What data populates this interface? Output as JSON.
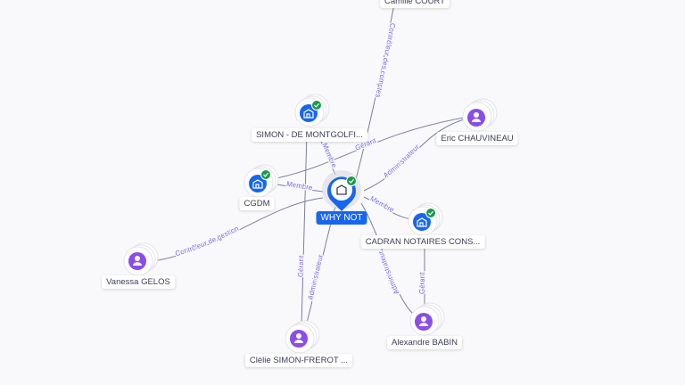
{
  "colors": {
    "company": "#1766f0",
    "person": "#8a4de8",
    "check": "#1a9a4a",
    "edge": "#7b7f99",
    "edge_label": "#7468e0"
  },
  "center": {
    "label": "WHY NOT",
    "icon": "building-icon"
  },
  "nodes": [
    {
      "id": "camille",
      "label": "Camille COURT",
      "type": "person"
    },
    {
      "id": "simon",
      "label": "SIMON - DE MONTGOLFI...",
      "type": "company",
      "verified": true
    },
    {
      "id": "cgdm",
      "label": "CGDM",
      "type": "company",
      "verified": true
    },
    {
      "id": "eric",
      "label": "Eric CHAUVINEAU",
      "type": "person"
    },
    {
      "id": "cadran",
      "label": "CADRAN NOTAIRES CONS...",
      "type": "company",
      "verified": true
    },
    {
      "id": "vanessa",
      "label": "Vanessa GELOS",
      "type": "person"
    },
    {
      "id": "clelie",
      "label": "Clélie SIMON-FREROT ...",
      "type": "person"
    },
    {
      "id": "alexandre",
      "label": "Alexandre BABIN",
      "type": "person"
    }
  ],
  "edges": [
    {
      "from": "camille",
      "to": "center",
      "label": "Contrôleur des comptes"
    },
    {
      "from": "simon",
      "to": "center",
      "label": "Membre"
    },
    {
      "from": "cgdm",
      "to": "center",
      "label": "Membre"
    },
    {
      "from": "eric",
      "to": "cgdm",
      "label": "Gérant"
    },
    {
      "from": "eric",
      "to": "center",
      "label": "Administrateur"
    },
    {
      "from": "cadran",
      "to": "center",
      "label": "Membre"
    },
    {
      "from": "vanessa",
      "to": "center",
      "label": "Contrôleur de gestion"
    },
    {
      "from": "clelie",
      "to": "simon",
      "label": "Gérant"
    },
    {
      "from": "clelie",
      "to": "center",
      "label": "Administrateur"
    },
    {
      "from": "alexandre",
      "to": "center",
      "label": "Administrateur"
    },
    {
      "from": "alexandre",
      "to": "cadran",
      "label": "Gérant"
    }
  ]
}
